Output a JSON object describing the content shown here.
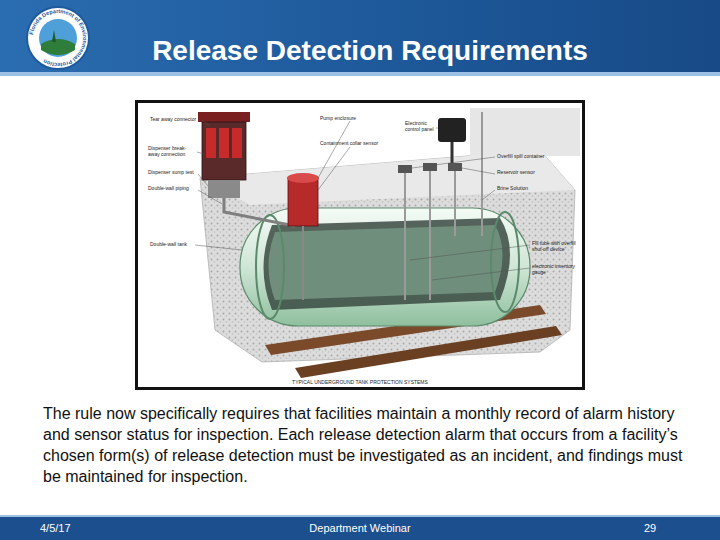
{
  "diagram": {
    "title": "Release Detection Requirements",
    "labels": [
      "Florida Department of Environmental Protection",
      "Tear away connector",
      "Pump enclosure",
      "Electronic control panel",
      "Dispenser break-away connection",
      "Containment collar sensor",
      "Overfill spill container",
      "Dispenser sump test",
      "Double-wall piping",
      "Reservoir sensor",
      "Brine Solution",
      "Double-wall tank",
      "Fill tube with overfill shut-off device",
      "electronic inventory gauge",
      "TYPICAL UNDERGROUND TANK PROTECTION SYSTEMS",
      "The rule now specifically requires that facilities maintain a monthly record of alarm history and sensor status for inspection.  Each release detection alarm that occurs from a facility’s chosen form(s) of release detection must be investigated as an incident, and findings must be maintained for inspection.",
      "4/5/17",
      "Department Webinar",
      "29"
    ]
  }
}
